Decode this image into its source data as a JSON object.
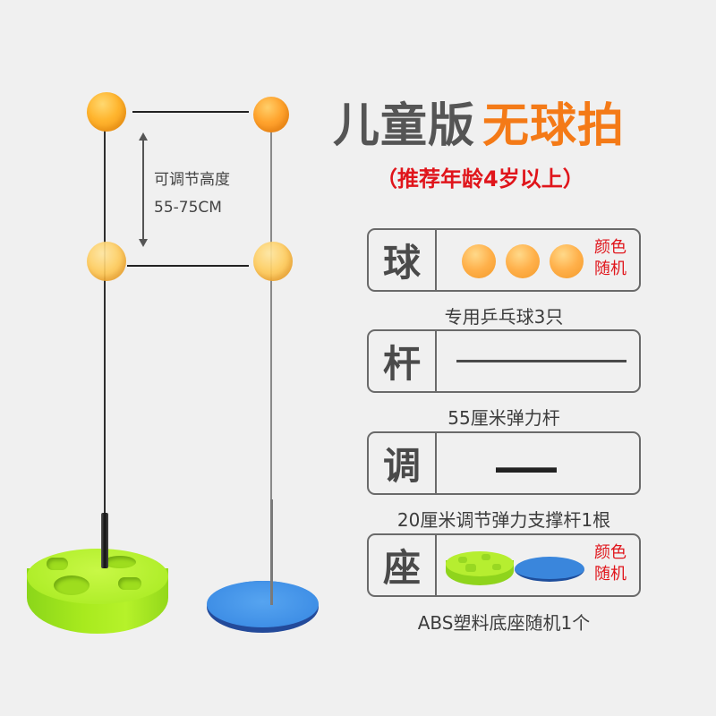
{
  "title": {
    "part1": "儿童版",
    "part2": "无球拍",
    "colors": {
      "part1": "#555555",
      "part2": "#f47a17"
    }
  },
  "subtitle": "（推荐年龄4岁以上）",
  "subtitle_color": "#e0151b",
  "illustration": {
    "adjust_label": "可调节高度",
    "adjust_range": "55-75CM",
    "balls_count": 4,
    "bases": [
      "green-weighted-base",
      "blue-flat-base"
    ]
  },
  "specs": [
    {
      "key": "球",
      "icon": "ping-pong-balls",
      "note_line1": "颜色",
      "note_line2": "随机",
      "caption": "专用乒乓球3只"
    },
    {
      "key": "杆",
      "icon": "long-rod-line",
      "caption": "55厘米弹力杆"
    },
    {
      "key": "调",
      "icon": "short-rod-line",
      "caption": "20厘米调节弹力支撑杆1根"
    },
    {
      "key": "座",
      "icon": "bases",
      "note_line1": "颜色",
      "note_line2": "随机",
      "caption": "ABS塑料底座随机1个"
    }
  ],
  "colors": {
    "background": "#f0f0f0",
    "border": "#6a6a6a",
    "accent_red": "#e0151b",
    "ball_orange": "#ffb52e",
    "base_green": "#b0ee2a",
    "base_blue": "#3f8fe6"
  }
}
